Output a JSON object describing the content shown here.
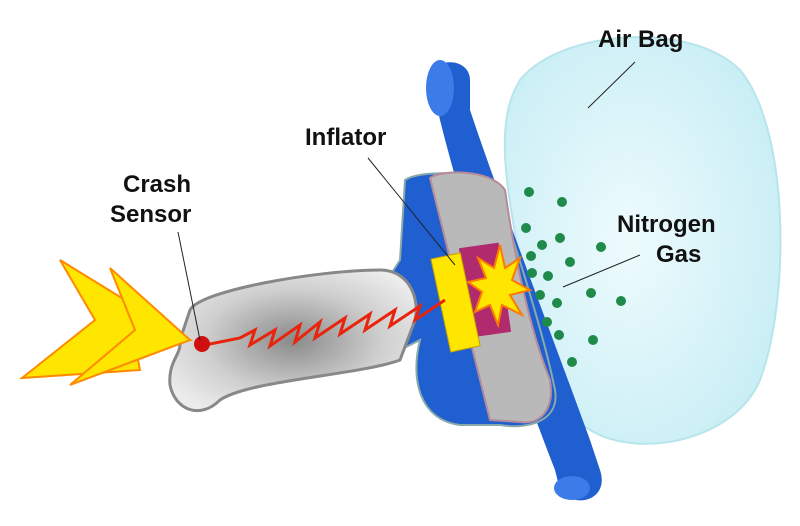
{
  "labels": {
    "air_bag": "Air Bag",
    "inflator": "Inflator",
    "crash_sensor_line1": "Crash",
    "crash_sensor_line2": "Sensor",
    "nitrogen_line1": "Nitrogen",
    "nitrogen_line2": "Gas"
  },
  "colors": {
    "steering_wheel": "#1f5fd0",
    "column": "#c9c9c9",
    "airbag": "#dff6fa",
    "gas_dots": "#1f8a4a",
    "spark": "#ffe600",
    "wire": "#e8250c"
  }
}
